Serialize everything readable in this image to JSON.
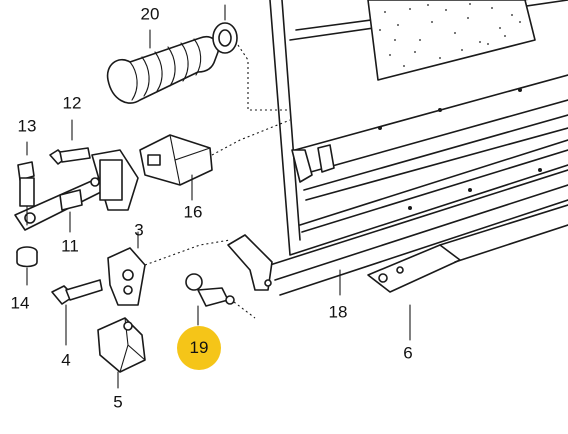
{
  "labels": {
    "l20": "20",
    "l12": "12",
    "l13": "13",
    "l11": "11",
    "l16": "16",
    "l3": "3",
    "l14": "14",
    "l4": "4",
    "l5": "5",
    "l18": "18",
    "l6": "6",
    "l19": "19"
  },
  "colors": {
    "highlight": "#F5C518",
    "line": "#1a1a1a",
    "background": "#ffffff"
  }
}
